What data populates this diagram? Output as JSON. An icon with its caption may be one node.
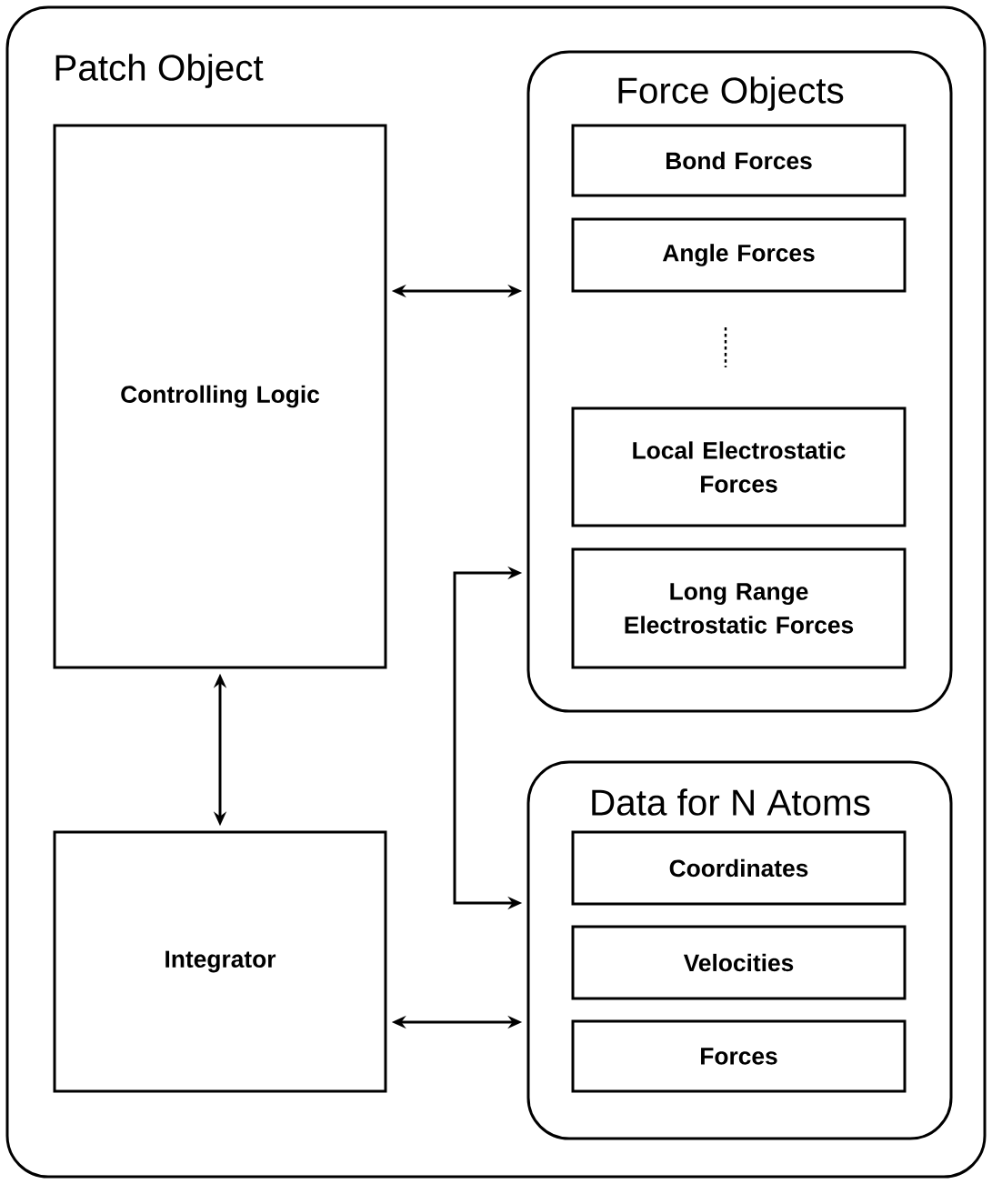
{
  "diagram": {
    "nodes": [
      {
        "text": [
          "Patch Object"
        ]
      },
      {
        "text": [
          "Controlling Logic"
        ],
        "in": 0
      },
      {
        "text": [
          "Integrator"
        ],
        "in": 0
      },
      {
        "text": [
          "Force Objects"
        ],
        "in": 0
      },
      {
        "text": [
          "Bond Forces"
        ],
        "in": 3
      },
      {
        "text": [
          "Angle Forces"
        ],
        "in": 3
      },
      {
        "text": [
          "Local Electrostatic Forces"
        ],
        "in": 3
      },
      {
        "text": [
          "Long Range Electrostatic Forces"
        ],
        "in": 3
      },
      {
        "text": [
          "Data for N Atoms"
        ],
        "in": 0
      },
      {
        "text": [
          "Coordinates"
        ],
        "in": 8
      },
      {
        "text": [
          "Velocities"
        ],
        "in": 8
      },
      {
        "text": [
          "Forces"
        ],
        "in": 8
      }
    ],
    "edges": [
      {
        "from": 1,
        "to": 3,
        "arrow": "both"
      },
      {
        "from": 1,
        "to": 2,
        "arrow": "both"
      },
      {
        "from": 3,
        "to": 8,
        "arrow": "both"
      },
      {
        "from": 2,
        "to": 8,
        "arrow": "both"
      }
    ]
  }
}
